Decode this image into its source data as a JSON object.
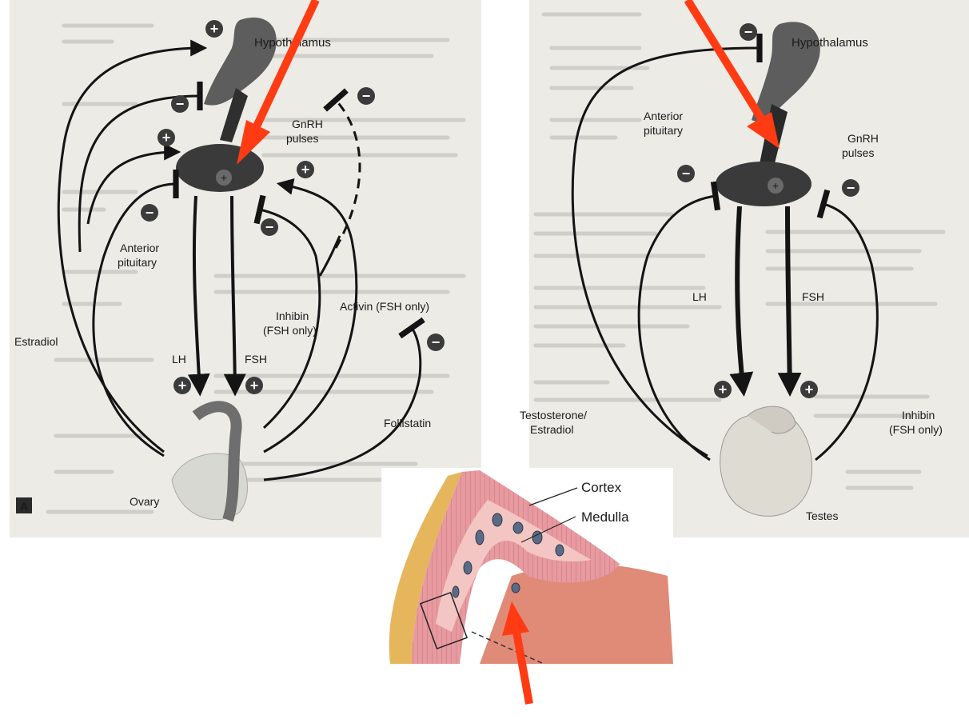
{
  "colors": {
    "annotation_arrow": "#ff3b14",
    "panel_background": "#ecebe6",
    "pathway_stroke": "#141414",
    "pituitary_fill": "#3a3a3a",
    "adrenal_cortex": "#e79aa0",
    "adrenal_capsule": "#e6b65c",
    "adrenal_medulla": "#f3c6c3"
  },
  "female_axis": {
    "hypothalamus": "Hypothalamus",
    "gnrh": [
      "GnRH",
      "pulses"
    ],
    "anterior_pituitary": [
      "Anterior",
      "pituitary"
    ],
    "lh": "LH",
    "fsh": "FSH",
    "inhibin": [
      "Inhibin",
      "(FSH only)"
    ],
    "activin": "Activin (FSH only)",
    "estradiol": "Estradiol",
    "follistatin": "Follistatin",
    "ovary": "Ovary",
    "panel_letter": "A"
  },
  "male_axis": {
    "hypothalamus": "Hypothalamus",
    "gnrh": [
      "GnRH",
      "pulses"
    ],
    "anterior_pituitary": [
      "Anterior",
      "pituitary"
    ],
    "lh": "LH",
    "fsh": "FSH",
    "testosterone": [
      "Testosterone/",
      "Estradiol"
    ],
    "inhibin": [
      "Inhibin",
      "(FSH only)"
    ],
    "testes": "Testes"
  },
  "adrenal": {
    "cortex": "Cortex",
    "medulla": "Medulla"
  },
  "signs": {
    "plus": "+",
    "minus": "−"
  }
}
